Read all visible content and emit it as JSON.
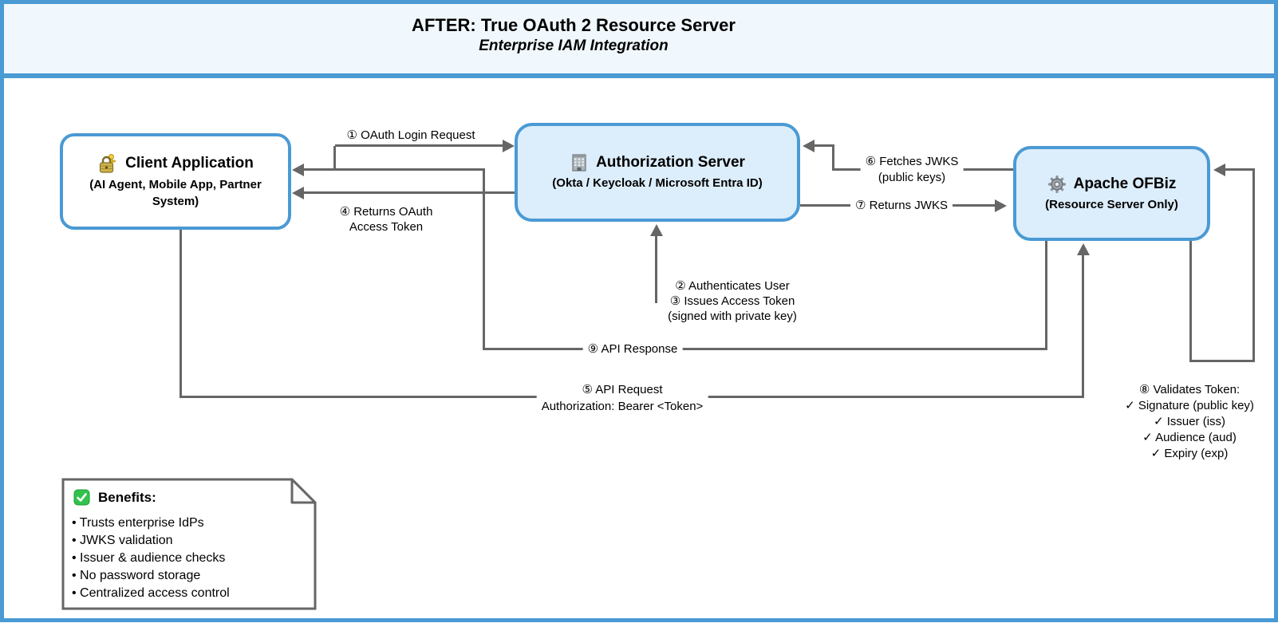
{
  "title": {
    "line1": "AFTER: True OAuth 2 Resource Server",
    "line2": "Enterprise IAM Integration"
  },
  "nodes": {
    "client": {
      "icon": "lock-icon",
      "title": "Client Application",
      "subtitle": "(AI Agent, Mobile App, Partner System)"
    },
    "auth": {
      "icon": "office-building-icon",
      "title": "Authorization Server",
      "subtitle": "(Okta / Keycloak / Microsoft Entra ID)"
    },
    "ofbiz": {
      "icon": "gear-icon",
      "title": "Apache OFBiz",
      "subtitle": "(Resource Server Only)"
    }
  },
  "edges": {
    "oauth_login": {
      "label": "① OAuth Login Request"
    },
    "authenticates": {
      "line1": "② Authenticates User",
      "line2": "③ Issues Access Token",
      "line3": "(signed with private key)"
    },
    "returns_token": {
      "line1": "④ Returns OAuth",
      "line2": "Access Token"
    },
    "api_request": {
      "line1": "⑤ API Request",
      "line2": "Authorization: Bearer <Token>"
    },
    "fetches_jwks": {
      "line1": "⑥ Fetches JWKS",
      "line2": "(public keys)"
    },
    "returns_jwks": {
      "label": "⑦ Returns JWKS"
    },
    "validates": {
      "line1": "⑧ Validates Token:",
      "line2": "✓ Signature (public key)",
      "line3": "✓ Issuer (iss)",
      "line4": "✓ Audience (aud)",
      "line5": "✓ Expiry (exp)"
    },
    "api_response": {
      "label": "⑨ API Response"
    }
  },
  "note": {
    "icon": "green-check-icon",
    "heading": "Benefits:",
    "items": [
      "• Trusts enterprise IdPs",
      "• JWKS validation",
      "• Issuer & audience checks",
      "• No password storage",
      "• Centralized access control"
    ]
  },
  "colors": {
    "accent_blue": "#4a9ad4",
    "node_fill_light_blue": "#dcedfb",
    "title_band_bg": "#f0f8fd",
    "edge_gray": "#666666",
    "text": "#000000"
  }
}
